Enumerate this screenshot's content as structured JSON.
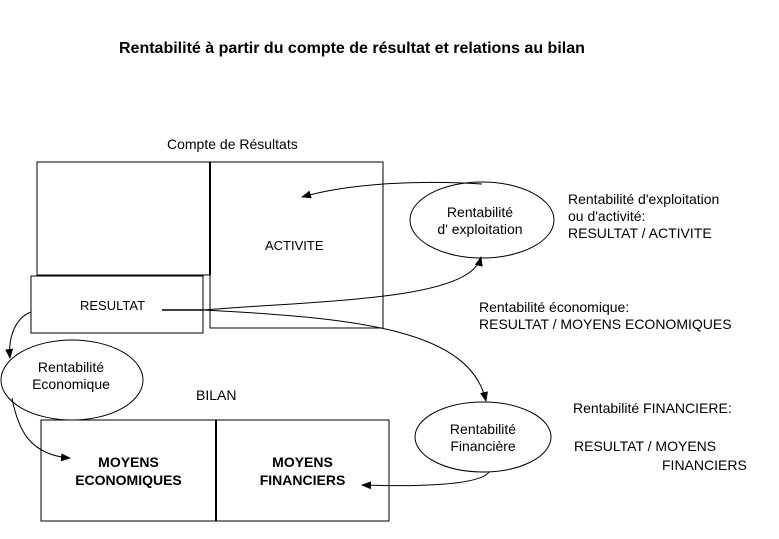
{
  "title": "Rentabilité à partir du compte de résultat et relations au bilan",
  "compte": {
    "heading": "Compte de Résultats",
    "activite": "ACTIVITE",
    "resultat": "RESULTAT"
  },
  "bilan": {
    "heading": "BILAN",
    "moyens_economiques": [
      "MOYENS",
      "ECONOMIQUES"
    ],
    "moyens_financiers": [
      "MOYENS",
      "FINANCIERS"
    ]
  },
  "ellipses": {
    "exploitation": [
      "Rentabilité",
      "d' exploitation"
    ],
    "economique": [
      "Rentabilité",
      "Economique"
    ],
    "financiere": [
      "Rentabilité",
      "Financière"
    ]
  },
  "notes": {
    "exploitation": [
      "Rentabilité d'exploitation",
      "ou d'activité:",
      "RESULTAT / ACTIVITE"
    ],
    "economique": [
      "Rentabilité économique:",
      "RESULTAT / MOYENS ECONOMIQUES"
    ],
    "financiere_title": "Rentabilité FINANCIERE:",
    "financiere_formula": [
      "RESULTAT / MOYENS",
      "FINANCIERS"
    ]
  }
}
